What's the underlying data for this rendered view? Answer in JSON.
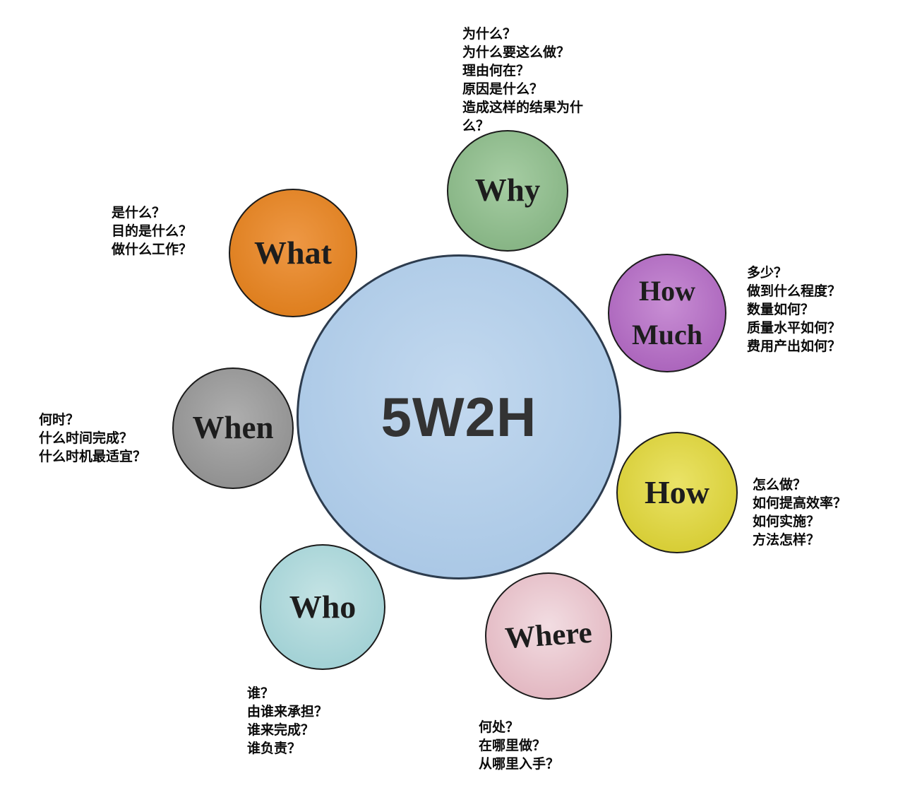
{
  "diagram": {
    "title": "5W2H analysis diagram",
    "node_border": "#1b1b1b",
    "center": {
      "label": "5W2H",
      "color": "#a9c7e5",
      "color_light": "#c3d9ef",
      "border": "#2d3c4e",
      "text_color": "#333333"
    },
    "nodes": [
      {
        "id": "why",
        "label": "Why",
        "color": "#85b383",
        "color_light": "#a6cda3",
        "questions": [
          "为什么？",
          "为什么要这么做？",
          "理由何在？",
          "原因是什么？",
          "造成这样的结果为什",
          "么？"
        ]
      },
      {
        "id": "what",
        "label": "What",
        "color": "#dd7d1c",
        "color_light": "#ee9845",
        "questions": [
          "是什么？",
          "目的是什么？",
          "做什么工作？"
        ]
      },
      {
        "id": "how-much",
        "label": "How Much",
        "color": "#aa63bb",
        "color_light": "#c88ed4",
        "questions": [
          "多少？",
          "做到什么程度？",
          "数量如何？",
          "质量水平如何？",
          "费用产出如何？"
        ]
      },
      {
        "id": "when",
        "label": "When",
        "color": "#8f8f8f",
        "color_light": "#aeaeae",
        "questions": [
          "何时？",
          "什么时间完成？",
          "什么时机最适宜？"
        ]
      },
      {
        "id": "how",
        "label": "How",
        "color": "#d6cc33",
        "color_light": "#eae367",
        "questions": [
          "怎么做？",
          "如何提高效率？",
          "如何实施？",
          "方法怎样？"
        ]
      },
      {
        "id": "who",
        "label": "Who",
        "color": "#a0d0d4",
        "color_light": "#c4e3e4",
        "questions": [
          "谁？",
          "由谁来承担？",
          "谁来完成？",
          "谁负责？"
        ]
      },
      {
        "id": "where",
        "label": "Where",
        "color": "#e2b6c0",
        "color_light": "#f2dde2",
        "questions": [
          "何处？",
          "在哪里做？",
          "从哪里入手？"
        ]
      }
    ]
  }
}
